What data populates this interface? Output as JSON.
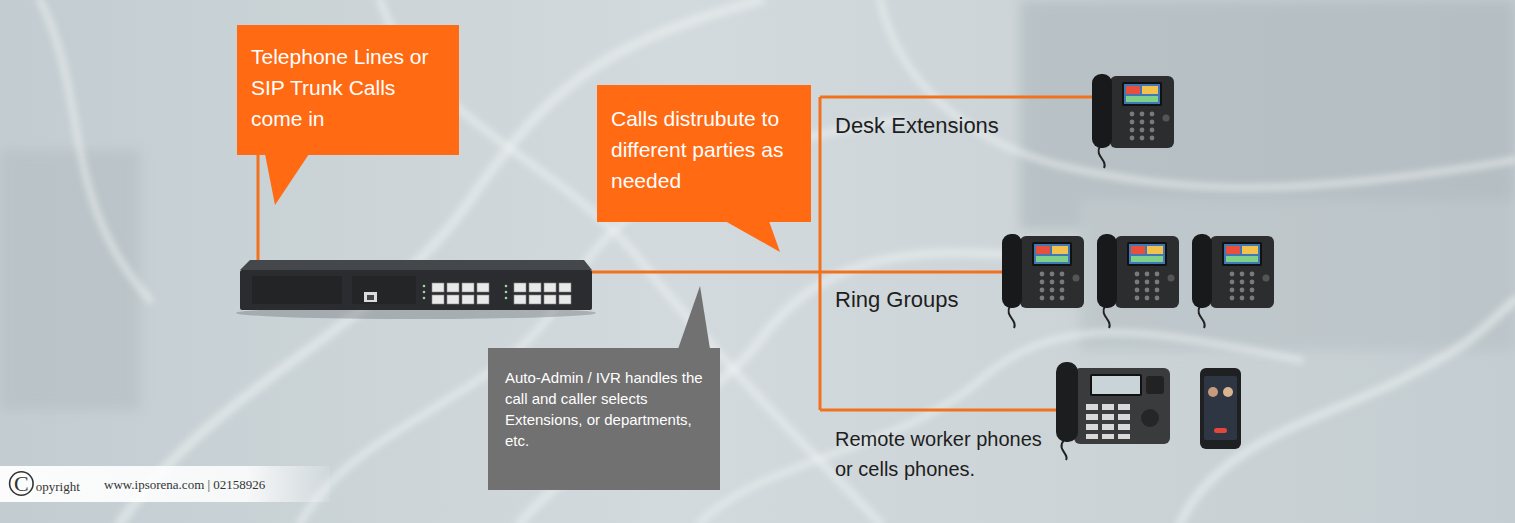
{
  "diagram": {
    "nodes": [
      {
        "text": [
          "Telephone Lines or SIP Trunk Calls come in"
        ]
      },
      {
        "text": [
          "Calls distrubute to different parties as needed"
        ]
      },
      {
        "text": [
          "Auto-Admin / IVR handles the call and caller selects Extensions, or departments, etc."
        ]
      }
    ],
    "labels": [
      "Desk Extensions",
      "Ring Groups",
      "Remote worker phones or cells phones.",
      "Copyright",
      "www.ipsorena.com | 02158926"
    ]
  }
}
